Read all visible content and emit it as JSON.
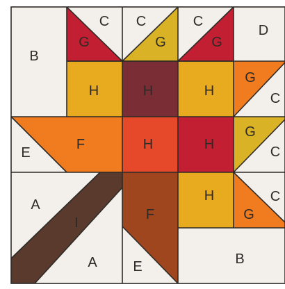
{
  "colors": {
    "background": "#f3f0eb",
    "outline": "#2e2a27",
    "red": "#c21f32",
    "gold": "#d9b226",
    "mustard": "#e8aa1f",
    "maroon": "#7a2d35",
    "orange": "#f07c1f",
    "red_orange": "#e6492a",
    "rust": "#a0461e",
    "brown": "#5a3a2c"
  },
  "labels": {
    "row1": {
      "b": "B",
      "c1": "C",
      "g1": "G",
      "c2": "C",
      "g2": "G",
      "c3": "C",
      "g3": "G",
      "d": "D"
    },
    "row2": {
      "h1": "H",
      "h2": "H",
      "h3": "H",
      "g": "G",
      "c": "C"
    },
    "row3": {
      "e": "E",
      "f": "F",
      "h1": "H",
      "h2": "H",
      "g": "G",
      "c": "C"
    },
    "row4": {
      "a1": "A",
      "i": "I",
      "a2": "A",
      "e": "E",
      "f": "F",
      "h": "H",
      "c": "C",
      "g": "G",
      "b": "B"
    }
  }
}
